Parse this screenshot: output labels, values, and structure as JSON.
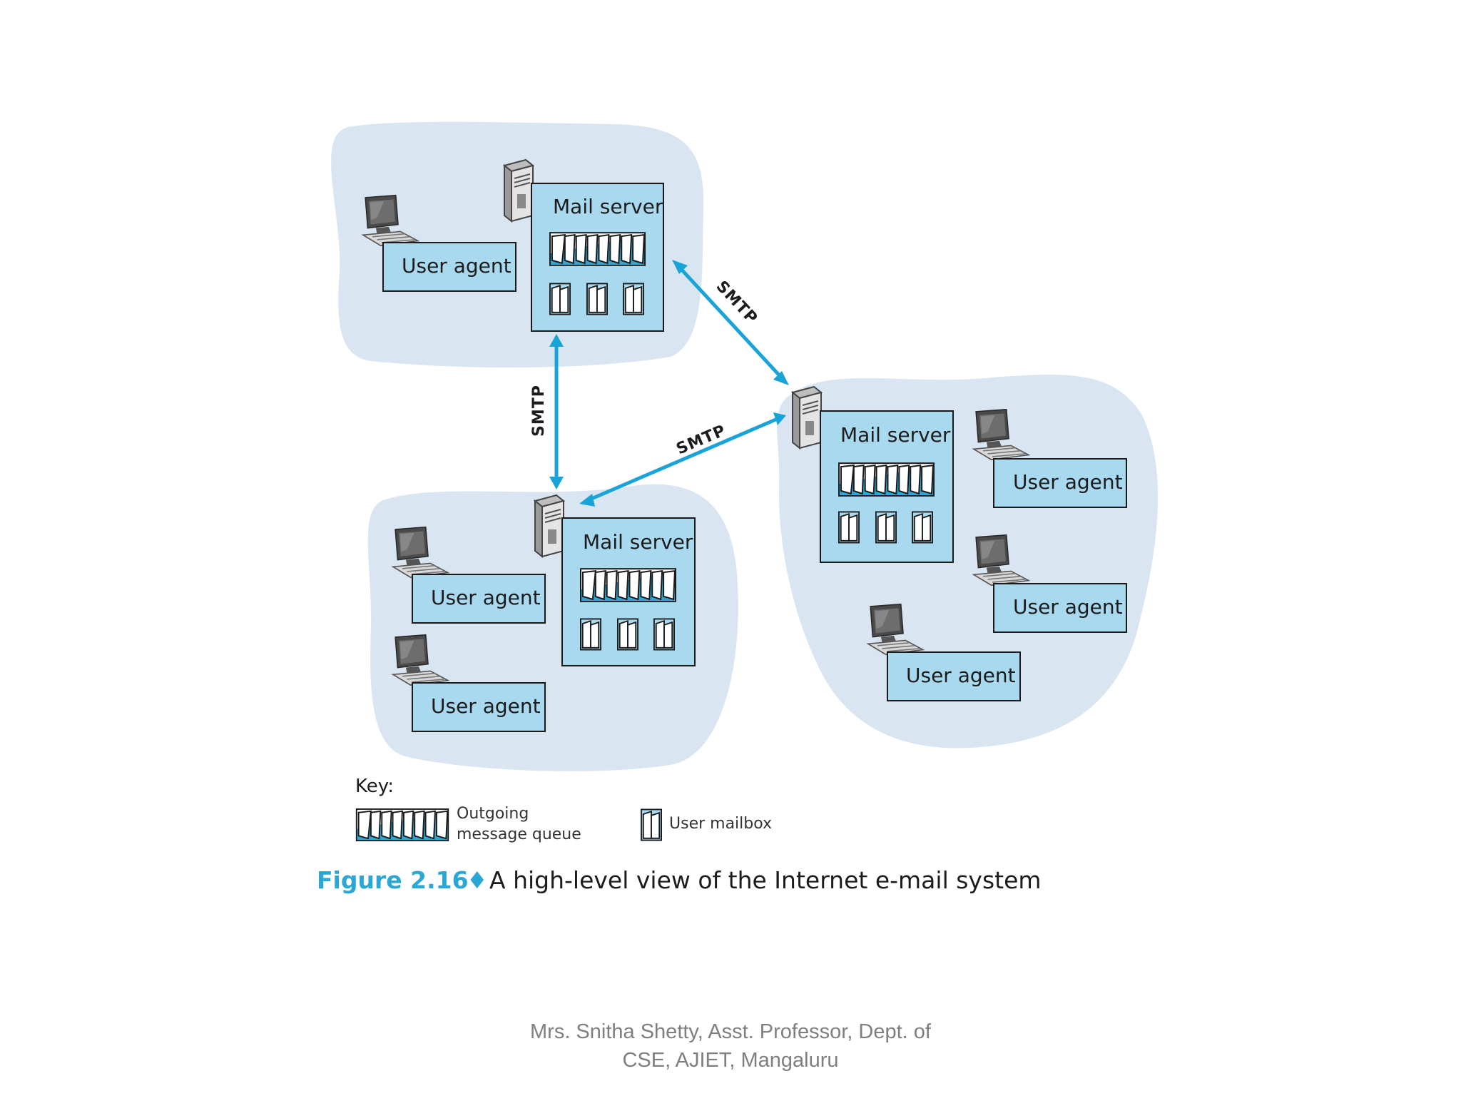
{
  "diagram": {
    "mail_server_label": "Mail server",
    "user_agent_label": "User agent",
    "smtp_label": "SMTP",
    "key": {
      "title": "Key:",
      "queue_line1": "Outgoing",
      "queue_line2": "message queue",
      "mailbox": "User mailbox"
    },
    "caption": {
      "figure": "Figure 2.16",
      "bullet": "♦",
      "text": "A high-level view of the Internet e-mail system"
    },
    "colors": {
      "cloud": "#d9e6f1",
      "box": "#a9d9ef",
      "arrow": "#1aa3d8",
      "caption_accent": "#2aa7d6"
    }
  },
  "footer": {
    "line1": "Mrs. Snitha Shetty, Asst. Professor, Dept. of",
    "line2": "CSE, AJIET, Mangaluru"
  }
}
